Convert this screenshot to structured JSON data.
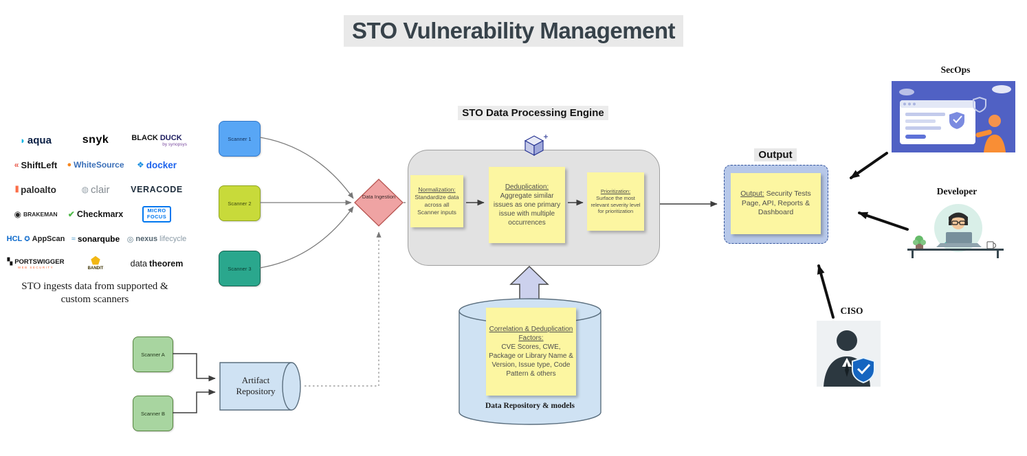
{
  "title": "STO Vulnerability Management",
  "colors": {
    "sticky_yellow": "#fcf6a1",
    "engine_fill": "#e2e2e2",
    "output_fill": "#b7c8e9",
    "ingestion_fill": "#efa3a3",
    "scanner1_fill": "#58a6f5",
    "scanner2_fill": "#c8da3a",
    "scanner3_fill": "#2aa78d",
    "scanner_ab_fill": "#a8d5a0",
    "repository_fill": "#cfe2f3",
    "title_highlight": "#e9e9e9"
  },
  "scanners_panel": {
    "caption_line1": "STO ingests data from supported  &",
    "caption_line2": "custom scanners",
    "logos": [
      {
        "icon": "◗",
        "text": "aqua"
      },
      {
        "text": "snyk"
      },
      {
        "text": "BLACK",
        "text2": "DUCK",
        "sub": "by synopsys"
      },
      {
        "icon": "«",
        "text": "ShiftLeft"
      },
      {
        "icon": "●",
        "text": "WhiteSource"
      },
      {
        "icon": "❖",
        "text": "docker"
      },
      {
        "icon": "⫴",
        "text": "paloalto"
      },
      {
        "icon": "◍",
        "text": "clair"
      },
      {
        "text": "VERACODE"
      },
      {
        "icon": "◉",
        "text": "BRAKEMAN"
      },
      {
        "icon": "✔",
        "text": "Checkmarx"
      },
      {
        "text": "MICRO",
        "text2": "FOCUS"
      },
      {
        "icon": "✪",
        "text": "HCL",
        "text2": "AppScan"
      },
      {
        "icon": "≈",
        "text": "sonarqube"
      },
      {
        "icon": "◎",
        "text": "nexus",
        "text2": "lifecycle"
      },
      {
        "icon": "▚",
        "text": "PORTSWIGGER",
        "sub": "WEB SECURITY"
      },
      {
        "icon": "⬟",
        "text": "BANDIT"
      },
      {
        "text": "data",
        "text2": "theorem"
      }
    ]
  },
  "flow": {
    "scanner1": "Scanner 1",
    "scanner2": "Scanner 2",
    "scanner3": "Scanner 3",
    "ingestion": "Data Ingestion",
    "engine_title": "STO Data Processing Engine",
    "notes": {
      "normalization": {
        "heading": "Normalization:",
        "body": "Standardize data across all Scanner inputs"
      },
      "deduplication": {
        "heading": "Deduplication:",
        "body": "Aggregate similar issues as one primary issue with multiple occurrences"
      },
      "prioritization": {
        "heading": "Prioritization:",
        "body": "Surface the most relevant severity level for prioritization"
      }
    },
    "repository": {
      "note_heading": "Correlation & Deduplication Factors:",
      "note_body": "CVE Scores, CWE, Package or Library Name & Version, Issue type, Code Pattern & others",
      "label": "Data Repository & models"
    },
    "output": {
      "label": "Output",
      "note_heading": "Output:",
      "note_body": "Security Tests Page, API, Reports & Dashboard"
    }
  },
  "artifact_flow": {
    "scanner_a": "Scanner A",
    "scanner_b": "Scanner B",
    "repository_label": "Artifact Repository"
  },
  "personas": {
    "secops": "SecOps",
    "developer": "Developer",
    "ciso": "CISO"
  }
}
